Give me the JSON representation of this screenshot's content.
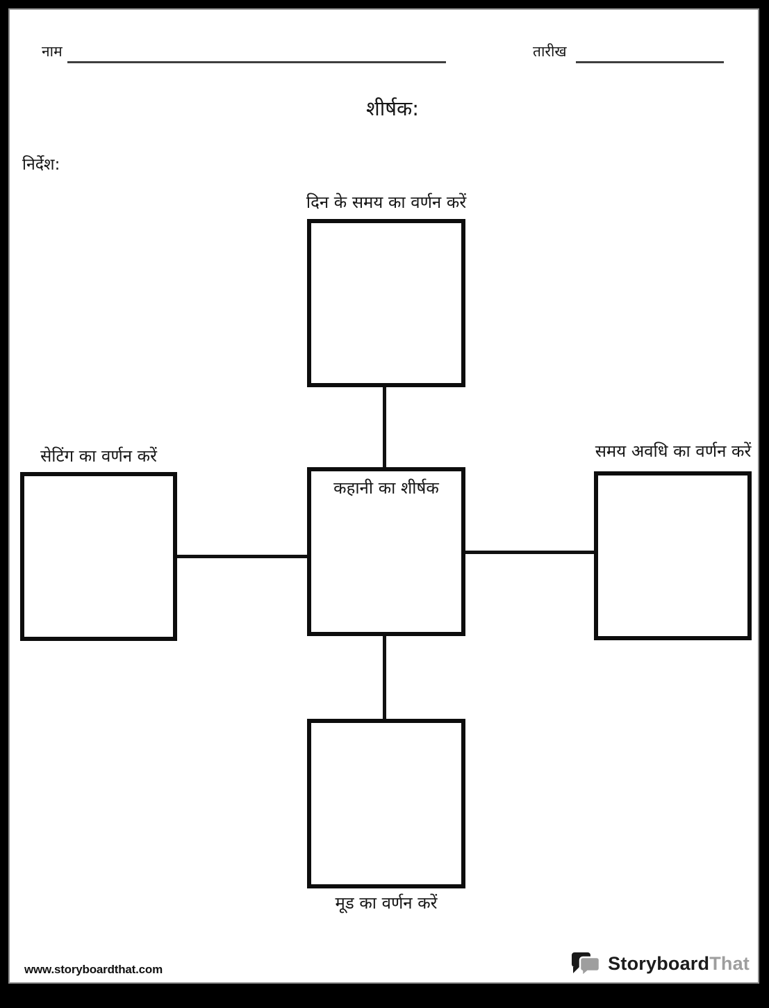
{
  "header": {
    "name_label": "नाम",
    "date_label": "तारीख",
    "title_label": "शीर्षक:",
    "instructions_label": "निर्देश:"
  },
  "diagram": {
    "top_box_label": "दिन के समय का वर्णन करें",
    "left_box_label": "सेटिंग का वर्णन करें",
    "right_box_label": "समय अवधि का वर्णन करें",
    "bottom_box_label": "मूड का वर्णन करें",
    "center_box_label": "कहानी का शीर्षक"
  },
  "footer": {
    "website": "www.storyboardthat.com",
    "logo_text_primary": "Storyboard",
    "logo_text_secondary": "That"
  },
  "colors": {
    "page_frame": "#000000",
    "box_border": "#0d0d0d",
    "connector_line": "#111111",
    "fill_line": "#3f3f3f",
    "logo_secondary": "#9e9e9e"
  }
}
